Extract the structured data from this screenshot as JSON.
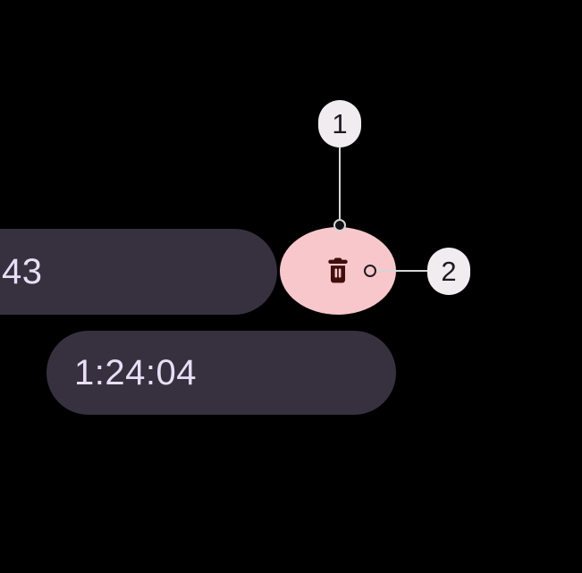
{
  "colors": {
    "background": "#000000",
    "chip_bg": "#37313F",
    "chip_text": "#E8DEF8",
    "delete_bg": "#F8C7CB",
    "delete_icon": "#410E0B",
    "badge_bg": "#F0ECF0",
    "badge_text": "#1D1B20",
    "line": "#D5D5D5",
    "marker_fill": "#111014"
  },
  "chips": {
    "remaining": {
      "label": "43"
    },
    "elapsed": {
      "label": "1:24:04"
    }
  },
  "delete_button": {
    "icon": "trash-icon"
  },
  "callouts": {
    "one": {
      "number": "1"
    },
    "two": {
      "number": "2"
    }
  }
}
